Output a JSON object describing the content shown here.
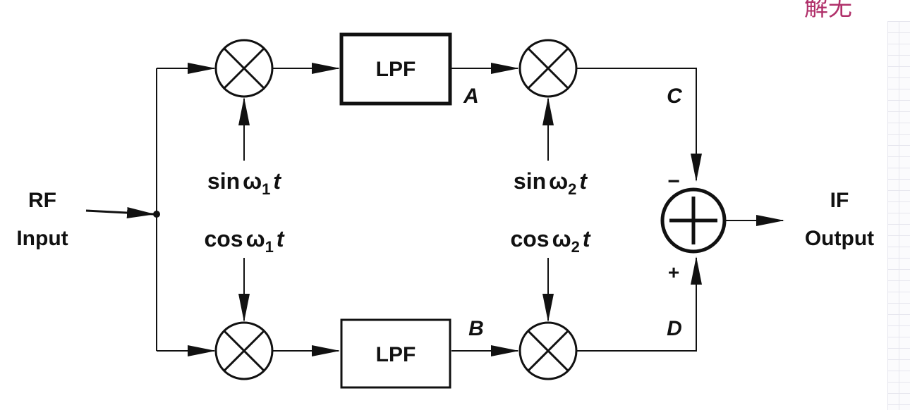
{
  "labels": {
    "rf_line1": "RF",
    "rf_line2": "Input",
    "if_line1": "IF",
    "if_line2": "Output",
    "lpf_top": "LPF",
    "lpf_bottom": "LPF",
    "node_a": "A",
    "node_b": "B",
    "node_c": "C",
    "node_d": "D",
    "sign_minus": "−",
    "sign_plus": "+"
  },
  "oscillators": {
    "sin1": {
      "func": "sin",
      "omega": "ω",
      "sub": "1",
      "t": "t"
    },
    "cos1": {
      "func": "cos",
      "omega": "ω",
      "sub": "1",
      "t": "t"
    },
    "sin2": {
      "func": "sin",
      "omega": "ω",
      "sub": "2",
      "t": "t"
    },
    "cos2": {
      "func": "cos",
      "omega": "ω",
      "sub": "2",
      "t": "t"
    }
  },
  "watermark": "解无",
  "colors": {
    "ink": "#111111",
    "watermark": "#b0306a"
  }
}
